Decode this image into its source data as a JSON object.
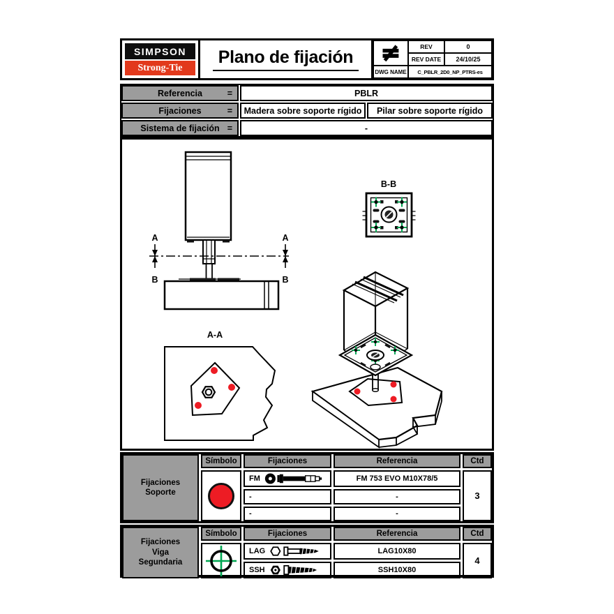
{
  "header": {
    "logo_line1": "SIMPSON",
    "logo_line2": "Strong-Tie",
    "title": "Plano de fijación",
    "scale_symbol": "≠",
    "rev_label": "REV",
    "rev_value": "0",
    "rev_date_label": "REV DATE",
    "rev_date_value": "24/10/25",
    "dwg_name_label": "DWG NAME",
    "dwg_name_value": "C_PBLR_2D0_NP_PTRS-es"
  },
  "info_table": {
    "rows": [
      {
        "label": "Referencia",
        "eq": "=",
        "value": "PBLR"
      },
      {
        "label": "Fijaciones",
        "eq": "=",
        "value1": "Madera sobre soporte rígido",
        "value2": "Pilar sobre soporte rígido"
      },
      {
        "label": "Sistema de fijación",
        "eq": "=",
        "value": "-"
      }
    ]
  },
  "drawing": {
    "label_a": "A",
    "label_b": "B",
    "section_aa": "A-A",
    "section_bb": "B-B"
  },
  "support_fixings": {
    "group_lines": [
      "Fijaciones",
      "Soporte"
    ],
    "headers": [
      "Símbolo",
      "Fijaciones",
      "Referencia",
      "Ctd"
    ],
    "symbol": "red-filled-circle",
    "rows": [
      {
        "code": "FM",
        "icon": "wedge-anchor",
        "reference": "FM 753 EVO M10X78/5"
      },
      {
        "code": "-",
        "icon": "",
        "reference": "-"
      },
      {
        "code": "-",
        "icon": "",
        "reference": "-"
      }
    ],
    "qty": "3"
  },
  "secondary_beam_fixings": {
    "group_lines": [
      "Fijaciones",
      "Viga",
      "Segundaria"
    ],
    "headers": [
      "Símbolo",
      "Fijaciones",
      "Referencia",
      "Ctd"
    ],
    "symbol": "green-crosshair-circle",
    "rows": [
      {
        "code": "LAG",
        "icon": "lag-screw",
        "reference": "LAG10X80"
      },
      {
        "code": "SSH",
        "icon": "structural-screw",
        "reference": "SSH10X80"
      }
    ],
    "qty": "4"
  },
  "colors": {
    "anchor_red": "#ed1c24",
    "fixing_green": "#00a651",
    "table_header_gray": "#9c9c9c",
    "logo_black": "#0d0d0d",
    "logo_red": "#e2391c"
  }
}
